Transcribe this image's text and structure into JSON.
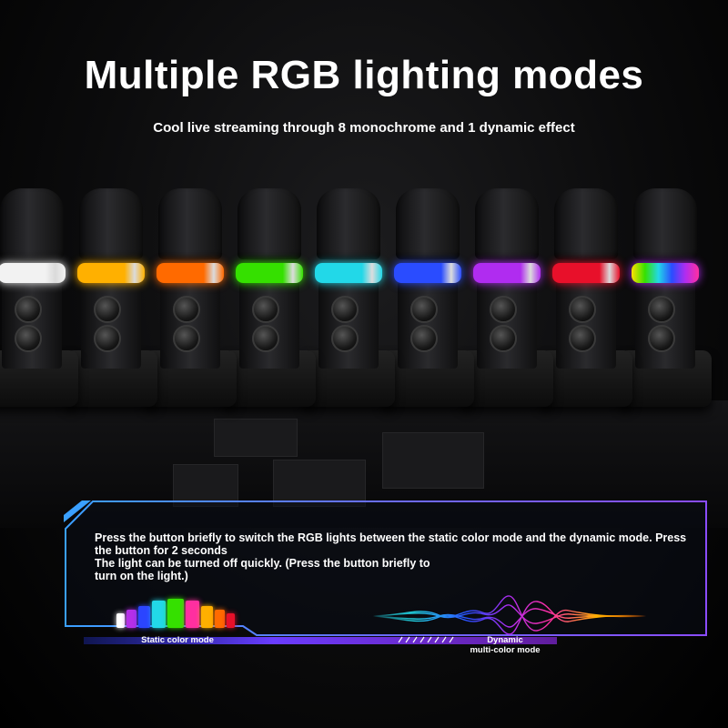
{
  "heading": {
    "title": "Multiple RGB lighting modes",
    "subtitle": "Cool live streaming through 8 monochrome and 1 dynamic effect"
  },
  "microphones": {
    "ring_colors": [
      "#f2f2f2",
      "#ffb000",
      "#ff6a00",
      "#35e000",
      "#22d8e8",
      "#2a4cff",
      "#b02cf0",
      "#e8102a",
      "dynamic"
    ]
  },
  "panel": {
    "line1": "Press the button briefly to switch the RGB lights between the static color mode and the dynamic mode. Press",
    "line2": "the button for 2 seconds",
    "line3": "The light can be turned off quickly. (Press the button briefly to",
    "line4": "turn on the light.)",
    "static_label": "Static color mode",
    "dynamic_label_1": "Dynamic",
    "dynamic_label_2": "multi-color mode",
    "static_swatches": [
      "#ffffff",
      "#b52fe8",
      "#2b45ff",
      "#22d8e8",
      "#35e000",
      "#ff2fa0",
      "#ffb000",
      "#ff6a00",
      "#e8102a"
    ]
  }
}
